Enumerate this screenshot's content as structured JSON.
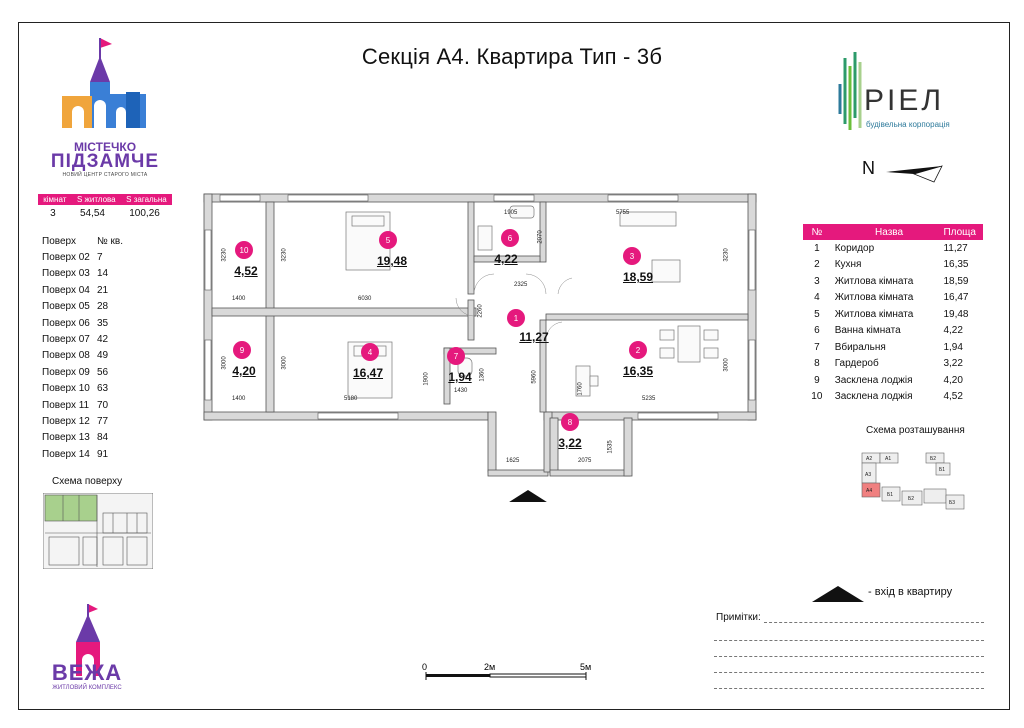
{
  "title": "Секція А4. Квартира Тип - 3б",
  "logo_left": {
    "line1": "МІСТЕЧКО",
    "line2": "ПІДЗАМЧЕ",
    "line3": "НОВИЙ ЦЕНТР СТАРОГО МІСТА"
  },
  "logo_bottom": {
    "name": "ВЕЖА",
    "sub": "ЖИТЛОВИЙ КОМПЛЕКС"
  },
  "logo_right": {
    "name": "РІЕЛ",
    "sub": "будівельна корпорація"
  },
  "colors": {
    "accent": "#e5197d",
    "brand_purple": "#6b3aa8",
    "highlight_section": "#f08080"
  },
  "summary": {
    "headers": [
      "кімнат",
      "S житлова",
      "S загальна"
    ],
    "values": [
      "3",
      "54,54",
      "100,26"
    ]
  },
  "floors": {
    "headers": [
      "Поверх",
      "№ кв."
    ],
    "rows": [
      [
        "Поверх 02",
        "7"
      ],
      [
        "Поверх 03",
        "14"
      ],
      [
        "Поверх 04",
        "21"
      ],
      [
        "Поверх 05",
        "28"
      ],
      [
        "Поверх 06",
        "35"
      ],
      [
        "Поверх 07",
        "42"
      ],
      [
        "Поверх 08",
        "49"
      ],
      [
        "Поверх 09",
        "56"
      ],
      [
        "Поверх 10",
        "63"
      ],
      [
        "Поверх 11",
        "70"
      ],
      [
        "Поверх 12",
        "77"
      ],
      [
        "Поверх 13",
        "84"
      ],
      [
        "Поверх 14",
        "91"
      ]
    ]
  },
  "scheme_floor_label": "Схема поверху",
  "north": "N",
  "legend": {
    "headers": [
      "№",
      "Назва",
      "Площа"
    ],
    "rows": [
      [
        "1",
        "Коридор",
        "11,27"
      ],
      [
        "2",
        "Кухня",
        "16,35"
      ],
      [
        "3",
        "Житлова кімната",
        "18,59"
      ],
      [
        "4",
        "Житлова кімната",
        "16,47"
      ],
      [
        "5",
        "Житлова кімната",
        "19,48"
      ],
      [
        "6",
        "Ванна кімната",
        "4,22"
      ],
      [
        "7",
        "Вбиральня",
        "1,94"
      ],
      [
        "8",
        "Гардероб",
        "3,22"
      ],
      [
        "9",
        "Засклена лоджія",
        "4,20"
      ],
      [
        "10",
        "Засклена лоджія",
        "4,52"
      ]
    ]
  },
  "location_label": "Схема розташування",
  "location_sections": [
    "А2",
    "А1",
    "Б2",
    "Б1",
    "А3",
    "А4",
    "Б1",
    "Б2",
    "Б3"
  ],
  "entry_label": "- вхід в квартиру",
  "notes_label": "Примітки:",
  "scale": [
    "0",
    "2м",
    "5м"
  ],
  "plan": {
    "rooms": [
      {
        "num": "1",
        "area": "11,27"
      },
      {
        "num": "2",
        "area": "16,35"
      },
      {
        "num": "3",
        "area": "18,59"
      },
      {
        "num": "4",
        "area": "16,47"
      },
      {
        "num": "5",
        "area": "19,48"
      },
      {
        "num": "6",
        "area": "4,22"
      },
      {
        "num": "7",
        "area": "1,94"
      },
      {
        "num": "8",
        "area": "3,22"
      },
      {
        "num": "9",
        "area": "4,20"
      },
      {
        "num": "10",
        "area": "4,52"
      }
    ],
    "dims": [
      "1905",
      "5755",
      "2070",
      "3230",
      "3230",
      "3230",
      "1400",
      "6030",
      "2325",
      "2260",
      "3000",
      "3000",
      "1900",
      "1360",
      "1430",
      "5960",
      "5180",
      "1400",
      "1760",
      "5235",
      "3000",
      "1535",
      "2075",
      "1625"
    ]
  }
}
